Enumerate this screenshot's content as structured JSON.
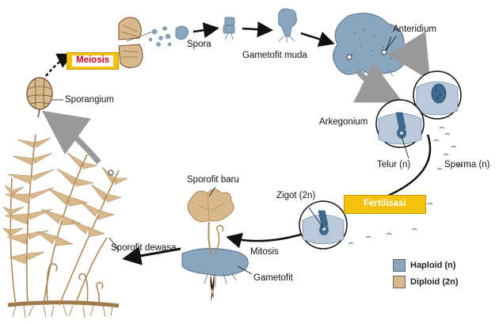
{
  "labels": {
    "sporangium": "Sporangium",
    "meiosis": "Meiosis",
    "spora": "Spora",
    "gametofit_muda": "Gametofit muda",
    "anteridium": "Anteridium",
    "arkegonium": "Arkegonium",
    "telur": "Telur (n)",
    "sperma": "Sperma (n)",
    "fertilisasi": "Fertilisasi",
    "zigot": "Zigot (2n)",
    "sporofit_baru": "Sporofit baru",
    "mitosis": "Mitosis",
    "gametofit": "Gametofit",
    "sporofit_dewasa": "Sporofit dewasa"
  },
  "legend": {
    "haploid": "Haploid (n)",
    "diploid": "Diploid (2n)"
  },
  "colors": {
    "haploid": "#8aa6bf",
    "diploid": "#d9b98c",
    "badge": "#f4c20d",
    "meiosis_text": "#d0021b"
  }
}
